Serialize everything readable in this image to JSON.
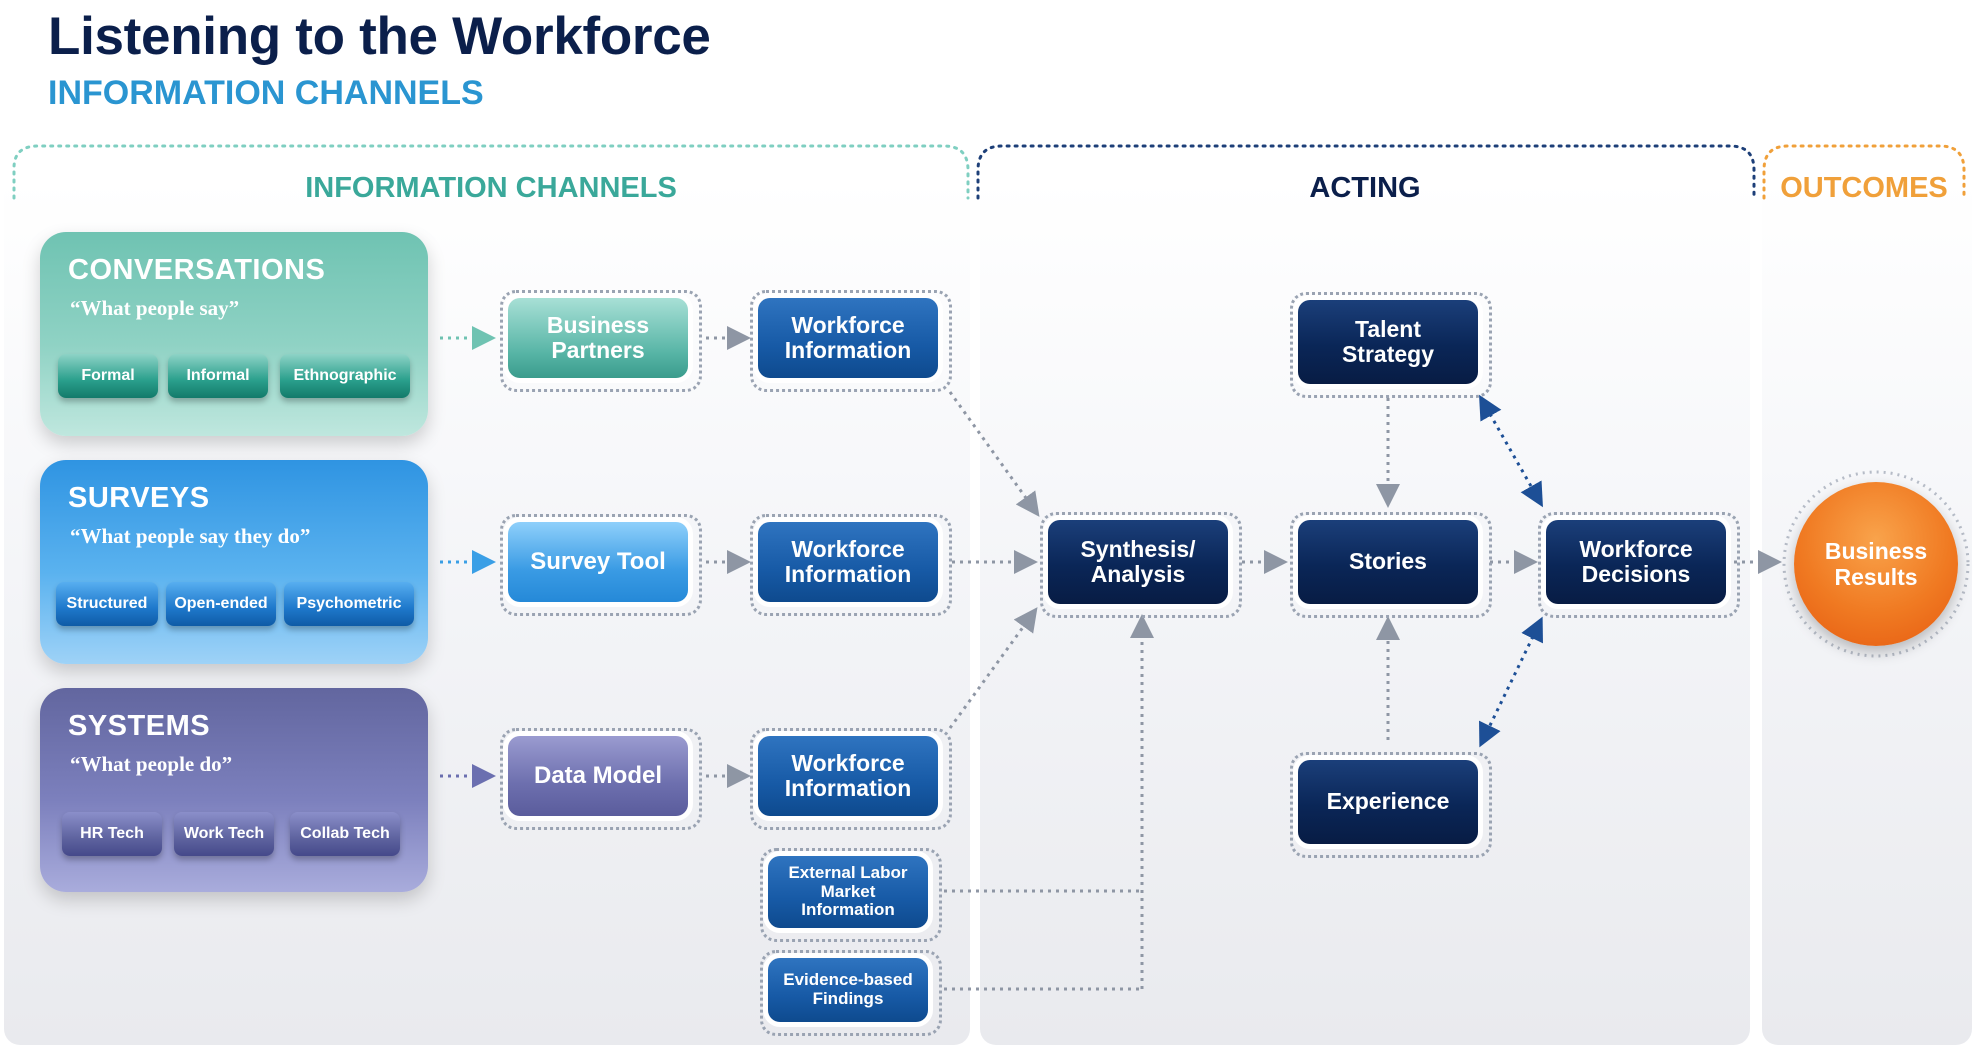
{
  "header": {
    "title": "Listening to the Workforce",
    "subtitle": "INFORMATION CHANNELS"
  },
  "sections": {
    "channels": "INFORMATION CHANNELS",
    "acting": "ACTING",
    "outcomes": "OUTCOMES"
  },
  "channels": [
    {
      "title": "CONVERSATIONS",
      "quote": "“What people say”",
      "pills": [
        "Formal",
        "Informal",
        "Ethnographic"
      ],
      "tool": "Business Partners",
      "output": "Workforce Information"
    },
    {
      "title": "SURVEYS",
      "quote": "“What people say they do”",
      "pills": [
        "Structured",
        "Open-ended",
        "Psychometric"
      ],
      "tool": "Survey Tool",
      "output": "Workforce Information"
    },
    {
      "title": "SYSTEMS",
      "quote": "“What people do”",
      "pills": [
        "HR Tech",
        "Work Tech",
        "Collab Tech"
      ],
      "tool": "Data Model",
      "output": "Workforce Information"
    }
  ],
  "extra_inputs": {
    "external": "External Labor Market Information",
    "evidence": "Evidence-based Findings"
  },
  "acting": {
    "synthesis": "Synthesis/ Analysis",
    "talent": "Talent Strategy",
    "stories": "Stories",
    "experience": "Experience",
    "decisions": "Workforce Decisions"
  },
  "outcome": {
    "results": "Business Results"
  },
  "colors": {
    "title": "#0b1f4b",
    "subtitle": "#2a95d1",
    "channels_label": "#3aa89a",
    "acting_label": "#0b1f4b",
    "outcomes_label": "#f0a03a",
    "conversations": "#6fc3b2",
    "surveys": "#3a9fe6",
    "systems": "#6b6fb0",
    "navy_node": "#0a2657",
    "result": "#f07a22"
  }
}
